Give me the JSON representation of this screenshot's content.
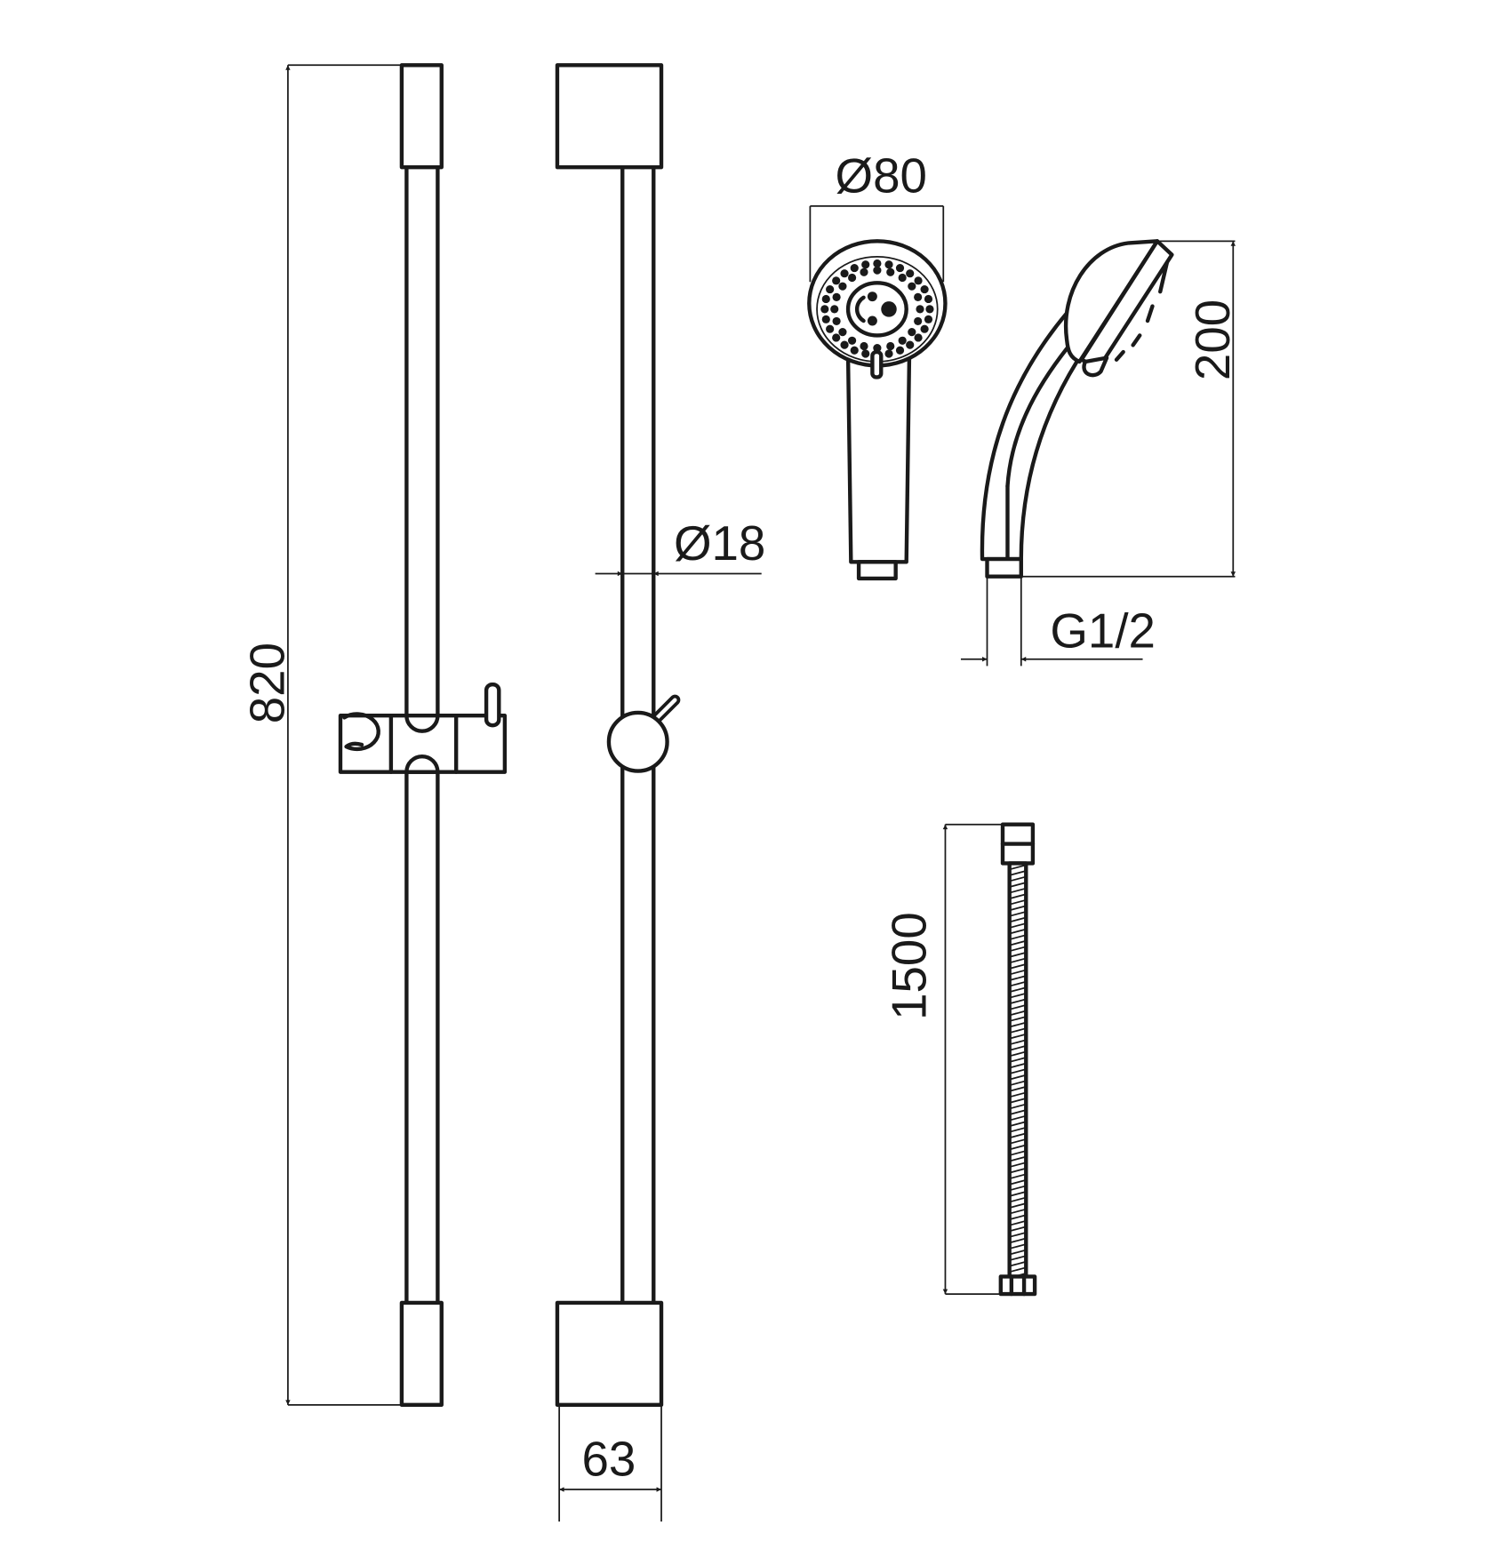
{
  "dimensions": {
    "rail_height": "820",
    "rail_diameter": "Ø18",
    "bracket_width": "63",
    "head_diameter": "Ø80",
    "shower_length": "200",
    "thread": "G1/2",
    "hose_length": "1500"
  },
  "colors": {
    "line": "#1a1a1a",
    "background": "#ffffff"
  }
}
